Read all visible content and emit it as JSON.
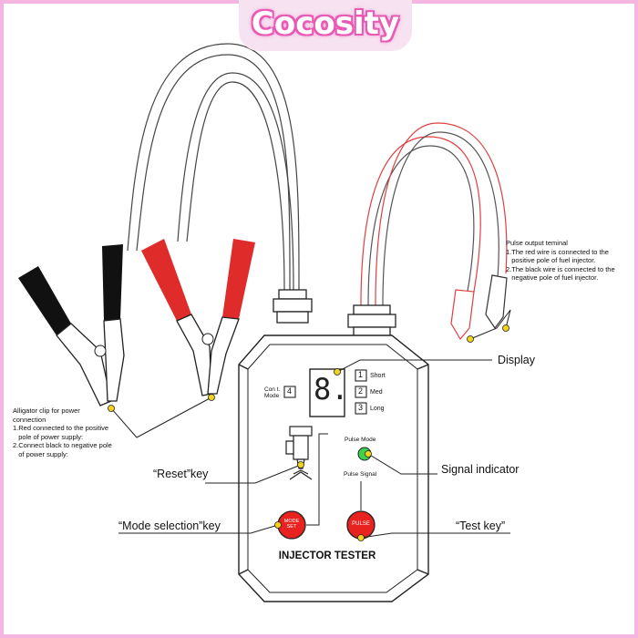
{
  "brand": {
    "name": "Cocosity",
    "accent": "#e85bb5"
  },
  "device": {
    "name": "INJECTOR TESTER",
    "display_digit": "8.",
    "cont_mode_label": "Con t.\nMode",
    "cont_mode_key": "4",
    "modes": [
      {
        "key": "1",
        "label": "Short"
      },
      {
        "key": "2",
        "label": "Med"
      },
      {
        "key": "3",
        "label": "Long"
      }
    ],
    "pulse_mode_label": "Pulse Mode",
    "pulse_signal_label": "Pulse Signal",
    "mode_button_label": "MODE\nSET",
    "pulse_button_label": "PULSE",
    "led_color": "#3fd14a",
    "button_color": "#e8231f"
  },
  "callouts": {
    "display": "Display",
    "signal_indicator": "Signal indicator",
    "reset_key": "“Reset”key",
    "mode_selection_key": "“Mode selection”key",
    "test_key": "“Test key”"
  },
  "alligator_note": [
    "Alligator clip for power",
    "connection",
    "1.Red connected to the positive",
    "   pole of power supply:",
    "2.Connect black to negative pole",
    "   of power supply:"
  ],
  "pulse_output_note": [
    "Pulse output teminal",
    "1.The red wire is connected to the",
    "   positive pole of fuel injector.",
    "2.The black wire is connected to the",
    "   negative pole of fuel injector."
  ],
  "colors": {
    "red_clip": "#e02b2b",
    "black_clip": "#111111",
    "red_wire": "#e04040"
  }
}
